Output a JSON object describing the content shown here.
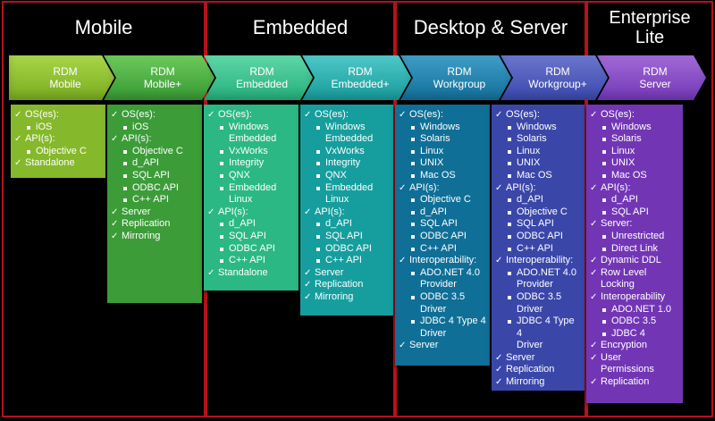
{
  "colors": {
    "frame": "#b5121b",
    "mobile": "#8bbd2c",
    "mobile_plus": "#3fa33b",
    "embedded": "#2dbf8a",
    "embedded_plus": "#1aa6a6",
    "workgroup": "#137aa3",
    "workgroup_plus": "#3f4fb3",
    "server": "#7a3fbf"
  },
  "sections": [
    {
      "title": "Mobile"
    },
    {
      "title": "Embedded"
    },
    {
      "title": "Desktop & Server"
    },
    {
      "title": "Enterprise\nLite"
    }
  ],
  "products": [
    {
      "name": "RDM\nMobile"
    },
    {
      "name": "RDM\nMobile+"
    },
    {
      "name": "RDM\nEmbedded"
    },
    {
      "name": "RDM\nEmbedded+"
    },
    {
      "name": "RDM\nWorkgroup"
    },
    {
      "name": "RDM\nWorkgroup+"
    },
    {
      "name": "RDM\nServer"
    }
  ],
  "columns": [
    [
      {
        "t": "OS(es):"
      },
      {
        "s": "iOS"
      },
      {
        "t": "API(s):"
      },
      {
        "s": "Objective C"
      },
      {
        "t": "Standalone"
      }
    ],
    [
      {
        "t": "OS(es):"
      },
      {
        "s": "iOS"
      },
      {
        "t": "API(s):"
      },
      {
        "s": "Objective C"
      },
      {
        "s": "d_API"
      },
      {
        "s": "SQL API"
      },
      {
        "s": "ODBC API"
      },
      {
        "s": "C++ API"
      },
      {
        "t": "Server"
      },
      {
        "t": "Replication"
      },
      {
        "t": "Mirroring"
      }
    ],
    [
      {
        "t": "OS(es):"
      },
      {
        "s": "Windows"
      },
      {
        "c": "Embedded"
      },
      {
        "s": "VxWorks"
      },
      {
        "s": "Integrity"
      },
      {
        "s": "QNX"
      },
      {
        "s": "Embedded"
      },
      {
        "c": "Linux"
      },
      {
        "t": "API(s):"
      },
      {
        "s": "d_API"
      },
      {
        "s": "SQL API"
      },
      {
        "s": "ODBC API"
      },
      {
        "s": "C++ API"
      },
      {
        "t": "Standalone"
      }
    ],
    [
      {
        "t": "OS(es):"
      },
      {
        "s": "Windows"
      },
      {
        "c": "Embedded"
      },
      {
        "s": "VxWorks"
      },
      {
        "s": "Integrity"
      },
      {
        "s": "QNX"
      },
      {
        "s": "Embedded"
      },
      {
        "c": "Linux"
      },
      {
        "t": "API(s):"
      },
      {
        "s": "d_API"
      },
      {
        "s": "SQL API"
      },
      {
        "s": "ODBC API"
      },
      {
        "s": "C++ API"
      },
      {
        "t": "Server"
      },
      {
        "t": "Replication"
      },
      {
        "t": "Mirroring"
      }
    ],
    [
      {
        "t": "OS(es):"
      },
      {
        "s": "Windows"
      },
      {
        "s": "Solaris"
      },
      {
        "s": "Linux"
      },
      {
        "s": "UNIX"
      },
      {
        "s": "Mac OS"
      },
      {
        "t": "API(s):"
      },
      {
        "s": "Objective C"
      },
      {
        "s": "d_API"
      },
      {
        "s": "SQL API"
      },
      {
        "s": "ODBC API"
      },
      {
        "s": "C++ API"
      },
      {
        "t": "Interoperability:"
      },
      {
        "s": "ADO.NET 4.0"
      },
      {
        "c": "Provider"
      },
      {
        "s": "ODBC 3.5"
      },
      {
        "c": "Driver"
      },
      {
        "s": "JDBC 4 Type 4"
      },
      {
        "c": "Driver"
      },
      {
        "t": "Server"
      }
    ],
    [
      {
        "t": "OS(es):"
      },
      {
        "s": "Windows"
      },
      {
        "s": "Solaris"
      },
      {
        "s": "Linux"
      },
      {
        "s": "UNIX"
      },
      {
        "s": "Mac OS"
      },
      {
        "t": "API(s):"
      },
      {
        "s": "d_API"
      },
      {
        "s": "Objective C"
      },
      {
        "s": "SQL API"
      },
      {
        "s": "ODBC API"
      },
      {
        "s": "C++ API"
      },
      {
        "t": "Interoperability:"
      },
      {
        "s": "ADO.NET 4.0"
      },
      {
        "c": "Provider"
      },
      {
        "s": "ODBC 3.5"
      },
      {
        "c": "Driver"
      },
      {
        "s": "JDBC 4 Type 4"
      },
      {
        "c": "Driver"
      },
      {
        "t": "Server"
      },
      {
        "t": "Replication"
      },
      {
        "t": "Mirroring"
      }
    ],
    [
      {
        "t": "OS(es):"
      },
      {
        "s": "Windows"
      },
      {
        "s": "Solaris"
      },
      {
        "s": "Linux"
      },
      {
        "s": "UNIX"
      },
      {
        "s": "Mac OS"
      },
      {
        "t": "API(s):"
      },
      {
        "s": "d_API"
      },
      {
        "s": "SQL API"
      },
      {
        "t": "Server:"
      },
      {
        "s": "Unrestricted"
      },
      {
        "s": "Direct Link"
      },
      {
        "t": "Dynamic DDL"
      },
      {
        "t": "Row Level"
      },
      {
        "c2": "Locking"
      },
      {
        "t": "Interoperability"
      },
      {
        "s": "ADO.NET 1.0"
      },
      {
        "s": "ODBC 3.5"
      },
      {
        "s": "JDBC 4"
      },
      {
        "t": "Encryption"
      },
      {
        "t": "User"
      },
      {
        "c2": "Permissions"
      },
      {
        "t": "Replication"
      }
    ]
  ]
}
